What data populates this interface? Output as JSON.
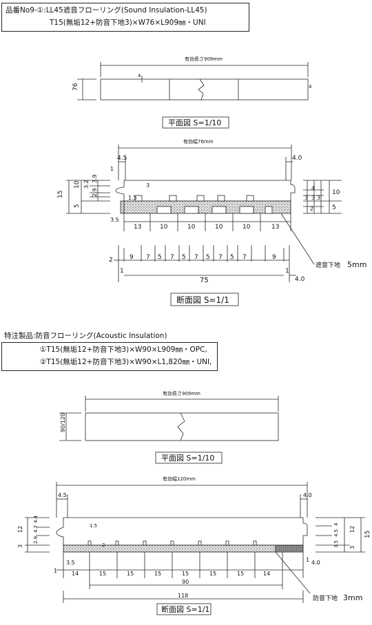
{
  "header1": {
    "line1": "品番No9-①:LL45遮音フローリング(Sound Insulation-LL45)",
    "line2": "T15(無垢12+防音下地3)×W76×L909㎜・UNI"
  },
  "plan1": {
    "length_label": "有効長さ909mm",
    "width": "76",
    "dim_a": "4",
    "dim_b": "4",
    "caption": "平面図 S=1/10"
  },
  "section1": {
    "width_label": "有効幅76mm",
    "left_top": "4.5",
    "right_top": "4.0",
    "left_one": "1",
    "overall": "15",
    "left_dims": [
      "10",
      "3.2",
      "3.9",
      "2.9",
      "5"
    ],
    "right_dims": [
      "4",
      "3",
      "3",
      "3",
      "2",
      "10",
      "5"
    ],
    "groove_a": "3",
    "groove_b": "1.5",
    "groove_c": "3.5",
    "segments": [
      "13",
      "10",
      "10",
      "10",
      "10",
      "13"
    ],
    "ticks": [
      "9",
      "7",
      "5",
      "7",
      "5",
      "7",
      "5",
      "7",
      "5",
      "7",
      "9"
    ],
    "bottom_left_a": "2",
    "bottom_left_b": "1",
    "bottom_right_a": "1",
    "bottom_right_b": "4.0",
    "total": "75",
    "underlay_label": "遮音下地",
    "underlay_value": "5mm",
    "caption": "断面図 S=1/1"
  },
  "header2": {
    "title": "特注製品:防音フローリング(Acoustic Insulation)",
    "line1": "①T15(無垢12+防音下地3)×W90×L909㎜・OPC,",
    "line2": "②T15(無垢12+防音下地3)×W90×L1,820㎜・UNI,"
  },
  "plan2": {
    "length_label": "有効長さ909mm",
    "width": "90/120",
    "caption": "平面図 S=1/10"
  },
  "section2": {
    "width_label": "有効幅120mm",
    "left_top": "4.5",
    "right_top": "4.0",
    "left_dims": [
      "12",
      "2.9",
      "4.7",
      "4.4",
      "3"
    ],
    "right_dims": [
      "3.5",
      "4.5",
      "4",
      "12",
      "3",
      "15"
    ],
    "groove_a": "1.5",
    "groove_b": "2",
    "segments_first": "3.5",
    "segments": [
      "14",
      "15",
      "15",
      "15",
      "15",
      "15",
      "15",
      "14"
    ],
    "bottom_left": "1",
    "bottom_right_a": "1",
    "bottom_right_b": "4.0",
    "inner": "90",
    "total": "118",
    "underlay_label": "防音下地",
    "underlay_value": "3mm",
    "caption": "断面図 S=1/1"
  }
}
